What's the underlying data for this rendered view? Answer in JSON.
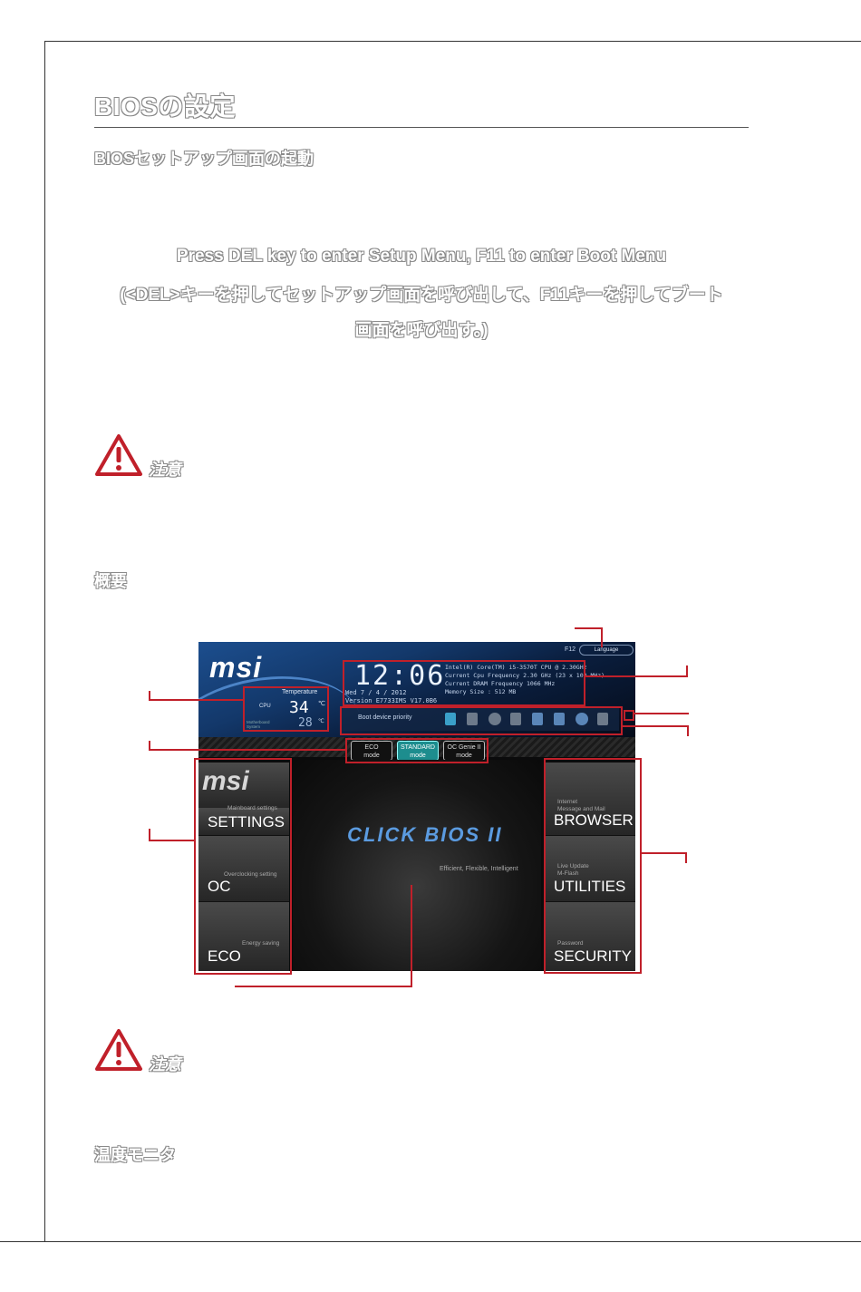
{
  "title": "BIOSの設定",
  "heading_setup": "BIOSセットアップ画面の起動",
  "press_line1": "Press DEL key to enter Setup Menu, F11 to enter Boot Menu",
  "press_line2": "(<DEL>キーを押してセットアップ画面を呼び出して、F11キーを押してブート",
  "press_line3": "画面を呼び出す。)",
  "caution_label": "注意",
  "heading_overview": "概要",
  "heading_temp": "温度モニタ",
  "bios": {
    "brand": "msi",
    "top_f12": "F12",
    "language": "Language",
    "temperature_label": "Temperature",
    "cpu_label": "CPU",
    "cpu_temp": "34",
    "mb_label": "Motherboard System",
    "mb_temp": "28",
    "deg": "℃",
    "time": "12:06",
    "date_line": "Wed  7 / 4 / 2012",
    "version_line": "Version E7733IMS V17.0B6",
    "sysinfo": "Intel(R) Core(TM) i5-3570T CPU @ 2.30GHz\nCurrent Cpu Frequency 2.30 GHz (23 x 100 MHz)\nCurrent DRAM Frequency 1066 MHz\nMemory Size : 512 MB",
    "boot_priority": "Boot device priority",
    "modes": [
      {
        "line1": "ECO",
        "line2": "mode"
      },
      {
        "line1": "STANDARD",
        "line2": "mode"
      },
      {
        "line1": "OC Genie II",
        "line2": "mode"
      }
    ],
    "left_panels": [
      {
        "small": "",
        "big": "msi"
      },
      {
        "small": "Mainboard settings",
        "big": "SETTINGS"
      },
      {
        "small": "Overclocking setting",
        "big": "OC"
      },
      {
        "small": "Energy saving",
        "big": "ECO"
      }
    ],
    "right_panels": [
      {
        "small": "Internet\nMessage and Mail",
        "big": "BROWSER"
      },
      {
        "small": "Live Update\nM-Flash",
        "big": "UTILITIES"
      },
      {
        "small": "Password",
        "big": "SECURITY"
      }
    ],
    "center_logo": "CLICK BIOS II",
    "tagline": "Efficient, Flexible, Intelligent"
  },
  "colors": {
    "callout": "#c0202a",
    "accent": "#1d8d8e"
  }
}
